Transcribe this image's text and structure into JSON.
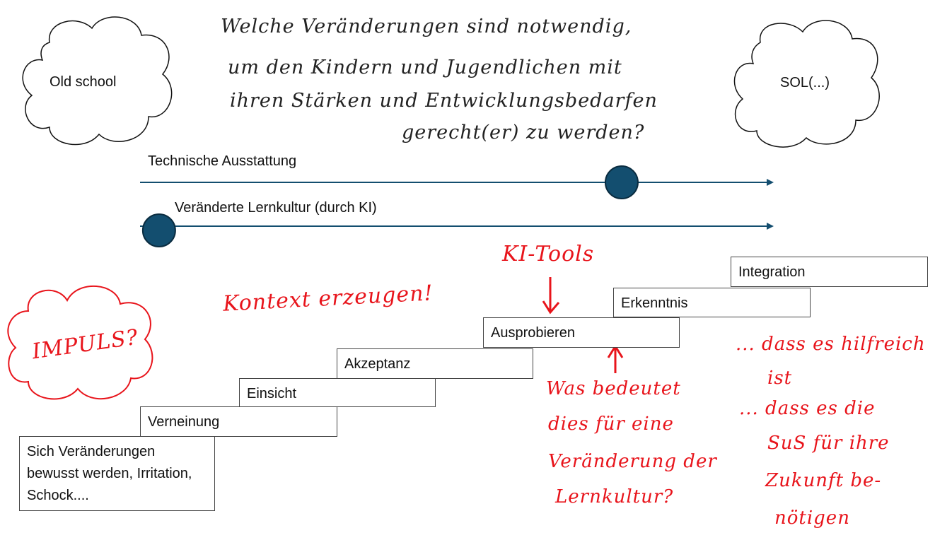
{
  "clouds": {
    "left": "Old school",
    "right": "SOL(...)"
  },
  "question": [
    "Welche Veränderungen sind notwendig,",
    "um den Kindern und Jugendlichen mit",
    "ihren Stärken und Entwicklungsbedarfen",
    "gerecht(er) zu werden?"
  ],
  "timelines": [
    {
      "label": "Technische Ausstattung",
      "progress": 0.76
    },
    {
      "label": "Veränderte Lernkultur (durch KI)",
      "progress": 0.03
    }
  ],
  "stairs": [
    "Sich Veränderungen bewusst werden, Irritation, Schock....",
    "Verneinung",
    "Einsicht",
    "Akzeptanz",
    "Ausprobieren",
    "Erkenntnis",
    "Integration"
  ],
  "annotations": {
    "impuls": "IMPULS?",
    "kontext": "Kontext erzeugen!",
    "ki_tools": "KI-Tools",
    "was_bedeutet": [
      "Was bedeutet",
      "dies für eine",
      "Veränderung der",
      "Lernkultur?"
    ],
    "reasons": [
      "... dass es hilfreich",
      "ist",
      "... dass es die",
      "SuS für ihre",
      "Zukunft be-",
      "nötigen"
    ]
  },
  "colors": {
    "accent": "#134e6f",
    "red": "#e8141b"
  }
}
